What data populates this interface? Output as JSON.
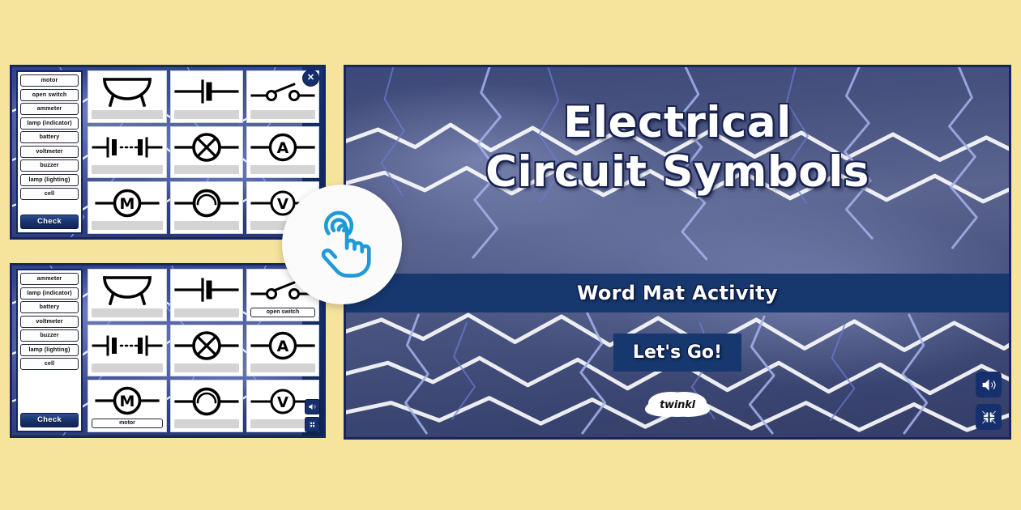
{
  "page": {
    "background_color": "#f7e49c",
    "accent_navy": "#16386f",
    "dark_navy": "#0c1c47",
    "cursor_blue": "#1e9ad6"
  },
  "hero": {
    "title_line1": "Electrical",
    "title_line2": "Circuit Symbols",
    "band_label": "Word Mat Activity",
    "cta_label": "Let's Go!",
    "brand": "twinkl",
    "controls": [
      {
        "name": "sound-icon",
        "label": "Sound"
      },
      {
        "name": "fullscreen-exit-icon",
        "label": "Exit Fullscreen"
      }
    ]
  },
  "preview_cards": [
    {
      "id": "card-1",
      "close_label": "✕",
      "check_label": "Check",
      "words": [
        "motor",
        "open switch",
        "ammeter",
        "lamp (indicator)",
        "battery",
        "voltmeter",
        "buzzer",
        "lamp (lighting)",
        "cell"
      ],
      "cells": [
        {
          "symbol": "buzzer-dome",
          "answer": ""
        },
        {
          "symbol": "cell",
          "answer": ""
        },
        {
          "symbol": "open-switch",
          "answer": ""
        },
        {
          "symbol": "battery",
          "answer": ""
        },
        {
          "symbol": "lamp-indicator",
          "answer": ""
        },
        {
          "symbol": "ammeter",
          "answer": ""
        },
        {
          "symbol": "motor",
          "answer": ""
        },
        {
          "symbol": "buzzer",
          "answer": ""
        },
        {
          "symbol": "voltmeter",
          "answer": ""
        }
      ]
    },
    {
      "id": "card-2",
      "check_label": "Check",
      "words": [
        "ammeter",
        "lamp (indicator)",
        "battery",
        "voltmeter",
        "buzzer",
        "lamp (lighting)",
        "cell"
      ],
      "cells": [
        {
          "symbol": "buzzer-dome",
          "answer": ""
        },
        {
          "symbol": "cell",
          "answer": ""
        },
        {
          "symbol": "open-switch",
          "answer": "open switch"
        },
        {
          "symbol": "battery",
          "answer": ""
        },
        {
          "symbol": "lamp-indicator",
          "answer": ""
        },
        {
          "symbol": "ammeter",
          "answer": ""
        },
        {
          "symbol": "motor",
          "answer": "motor"
        },
        {
          "symbol": "buzzer",
          "answer": ""
        },
        {
          "symbol": "voltmeter",
          "answer": ""
        }
      ],
      "controls": [
        {
          "name": "sound-icon",
          "label": "Sound"
        },
        {
          "name": "fullscreen-exit-icon",
          "label": "Exit Fullscreen"
        }
      ]
    }
  ],
  "cursor": {
    "name": "tap-hand-icon",
    "label": "Tap"
  }
}
